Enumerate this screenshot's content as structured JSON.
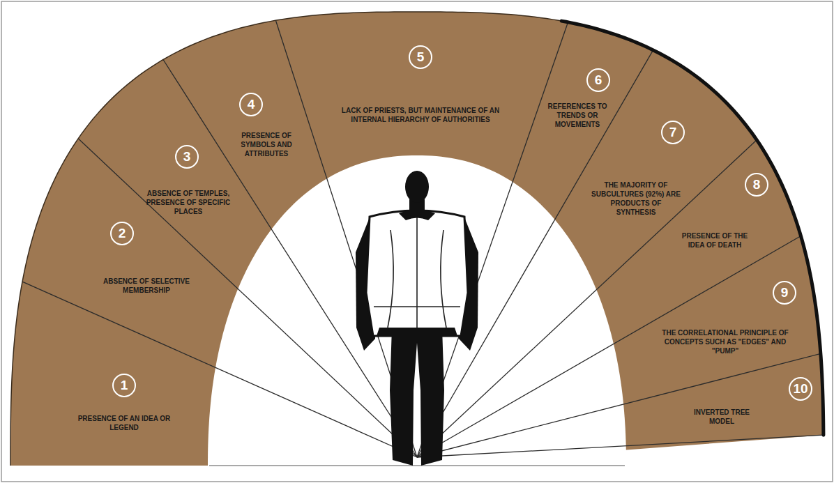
{
  "diagram": {
    "nodes": [
      {
        "text": [
          "1",
          "PRESENCE OF AN IDEA OR LEGEND"
        ]
      },
      {
        "text": [
          "2",
          "ABSENCE OF SELECTIVE MEMBERSHIP"
        ]
      },
      {
        "text": [
          "3",
          "ABSENCE OF TEMPLES, PRESENCE OF SPECIFIC PLACES"
        ]
      },
      {
        "text": [
          "4",
          "PRESENCE OF SYMBOLS AND ATTRIBUTES"
        ]
      },
      {
        "text": [
          "5",
          "LACK OF PRIESTS, BUT MAINTENANCE OF AN INTERNAL HIERARCHY OF AUTHORITIES"
        ]
      },
      {
        "text": [
          "6",
          "REFERENCES TO TRENDS OR MOVEMENTS"
        ]
      },
      {
        "text": [
          "7",
          "THE MAJORITY OF SUBCULTURES (92%) ARE PRODUCTS OF SYNTHESIS"
        ]
      },
      {
        "text": [
          "8",
          "PRESENCE OF THE IDEA OF DEATH"
        ]
      },
      {
        "text": [
          "9",
          "THE CORRELATIONAL PRINCIPLE OF CONCEPTS SUCH AS \"EDGES\" AND \"PUMP\""
        ]
      },
      {
        "text": [
          "10",
          "INVERTED TREE MODEL"
        ]
      }
    ]
  }
}
